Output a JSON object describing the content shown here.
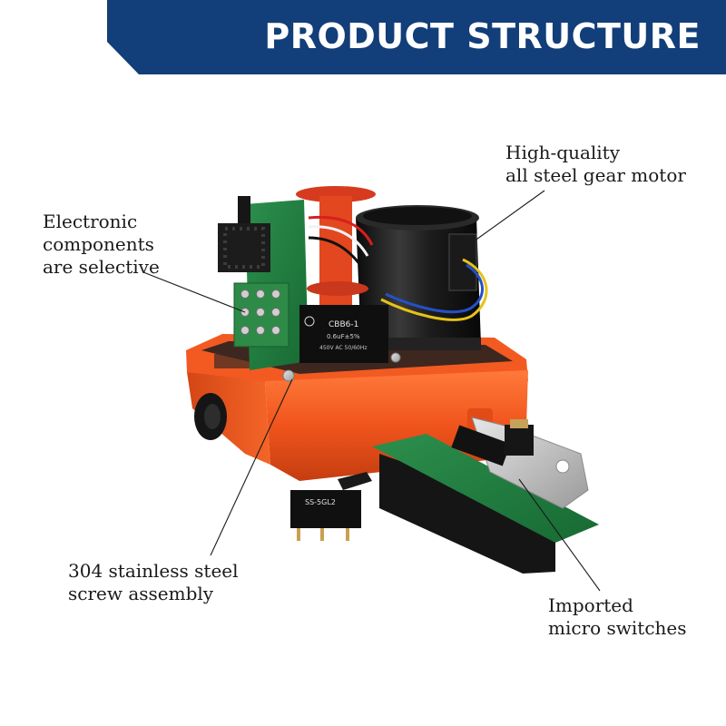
{
  "header": {
    "title": "PRODUCT STRUCTURE",
    "banner_color": "#123e79"
  },
  "callouts": {
    "motor": {
      "line1": "High-quality",
      "line2": "all steel gear motor"
    },
    "electronic": {
      "line1": "Electronic",
      "line2": "components",
      "line3": "are selective"
    },
    "screw": {
      "line1": "304 stainless steel",
      "line2": "screw assembly"
    },
    "switches": {
      "line1": "Imported",
      "line2": "micro switches"
    }
  },
  "component_text": {
    "capacitor_model": "CBB6-1",
    "capacitor_rating": "0.6uF±5%",
    "capacitor_voltage": "450V AC 50/60Hz",
    "micro_switch_label": "SS-5GL2"
  },
  "colors": {
    "housing_orange": "#f0541c",
    "motor_black": "#1b1b1b",
    "pcb_green": "#1f7a3c",
    "label_text": "#1a1a1a"
  }
}
